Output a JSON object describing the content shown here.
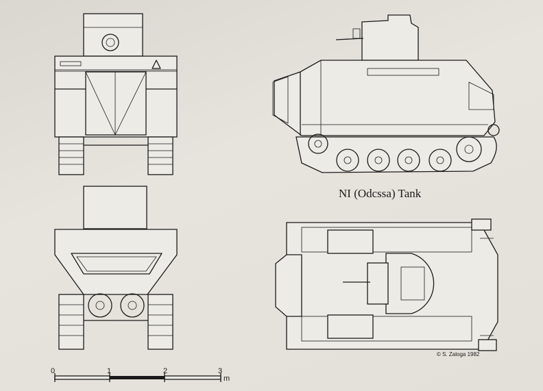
{
  "caption": "NI (Odcssa) Tank",
  "credit": "© S. Zaloga 1982",
  "scale": {
    "labels": [
      "0",
      "1",
      "2",
      "3"
    ],
    "unit": "m"
  },
  "colors": {
    "paper": "#e2e0d8",
    "ink": "#1a1a1a"
  }
}
